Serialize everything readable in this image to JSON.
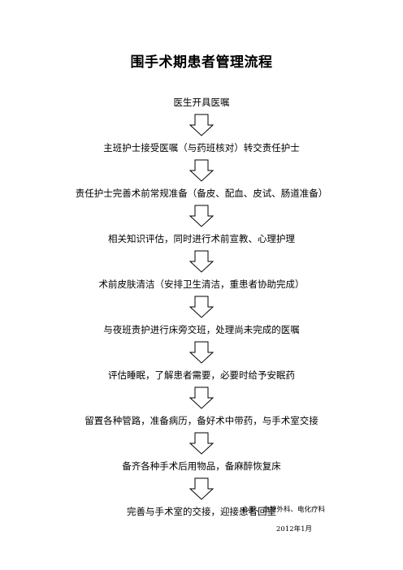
{
  "title": "围手术期患者管理流程",
  "steps": [
    "医生开具医嘱",
    "主班护士接受医嘱（与药班核对）转交责任护士",
    "责任护士完善术前常规准备（备皮、配血、皮试、肠道准备）",
    "相关知识评估，同时进行术前宣教、心理护理",
    "术前皮肤清洁（安排卫生清洁，重患者协助完成）",
    "与夜班责护进行床旁交班，处理尚未完成的医嘱",
    "评估睡眠，了解患者需要，必要时给予安眠药",
    "留置各种管路，准备病历，备好术中带药，与手术室交接",
    "备齐各种手术后用物品，备麻醉恢复床",
    "完善与手术室的交接，迎接患者回室"
  ],
  "footer": {
    "department": "心胆、血管外科、电化疗科",
    "date": "2012年1月"
  }
}
